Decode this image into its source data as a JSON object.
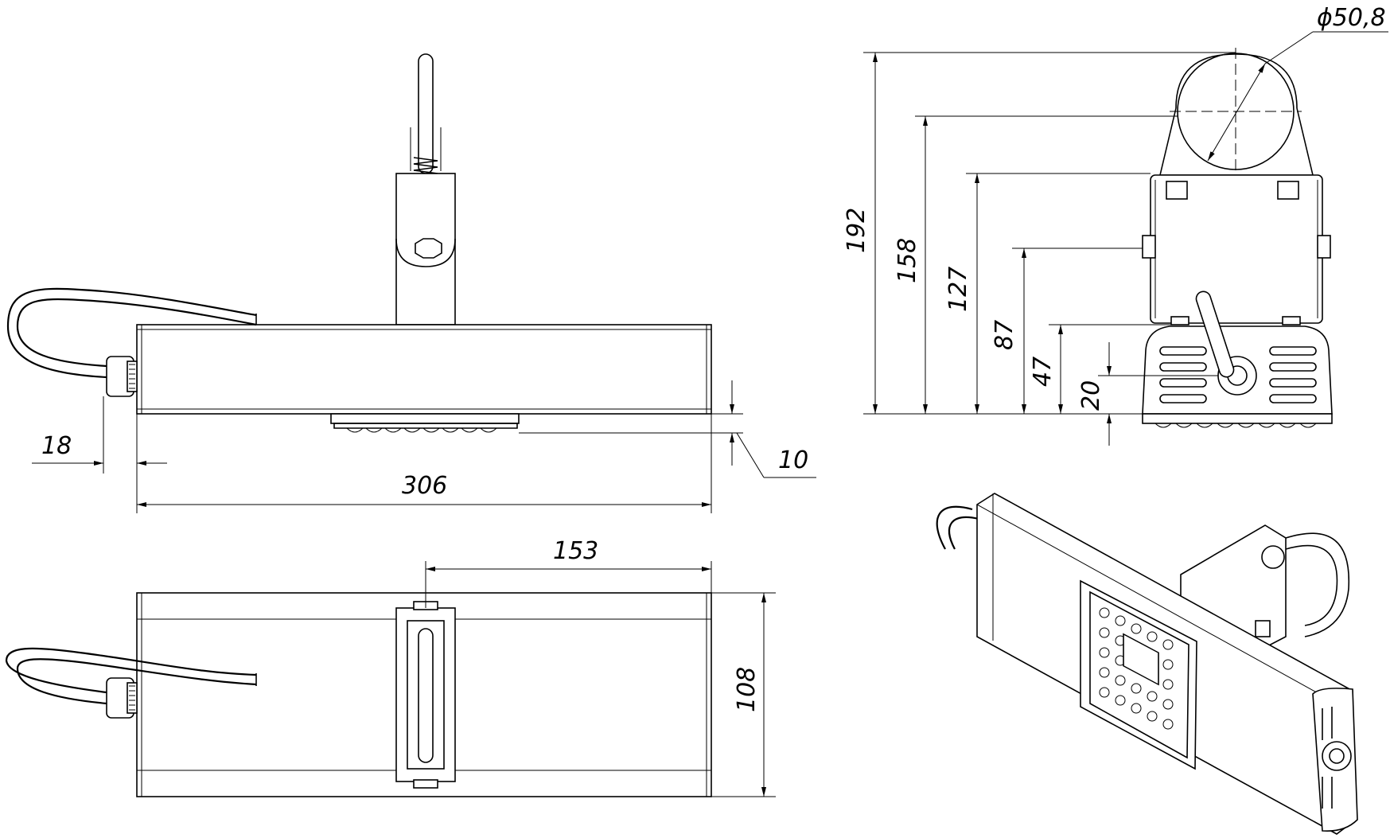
{
  "dimensions": {
    "overhang": "18",
    "total_length": "306",
    "lens_height": "10",
    "half_length": "153",
    "width": "108",
    "total_height": "192",
    "height_to_clamp": "158",
    "height_to_bracket": "127",
    "height_to_side_bolts": "87",
    "height_to_pivot": "47",
    "height_to_lamp": "20",
    "pipe_diameter": "ϕ50,8"
  },
  "colors": {
    "line": "#000000",
    "background": "#ffffff"
  }
}
